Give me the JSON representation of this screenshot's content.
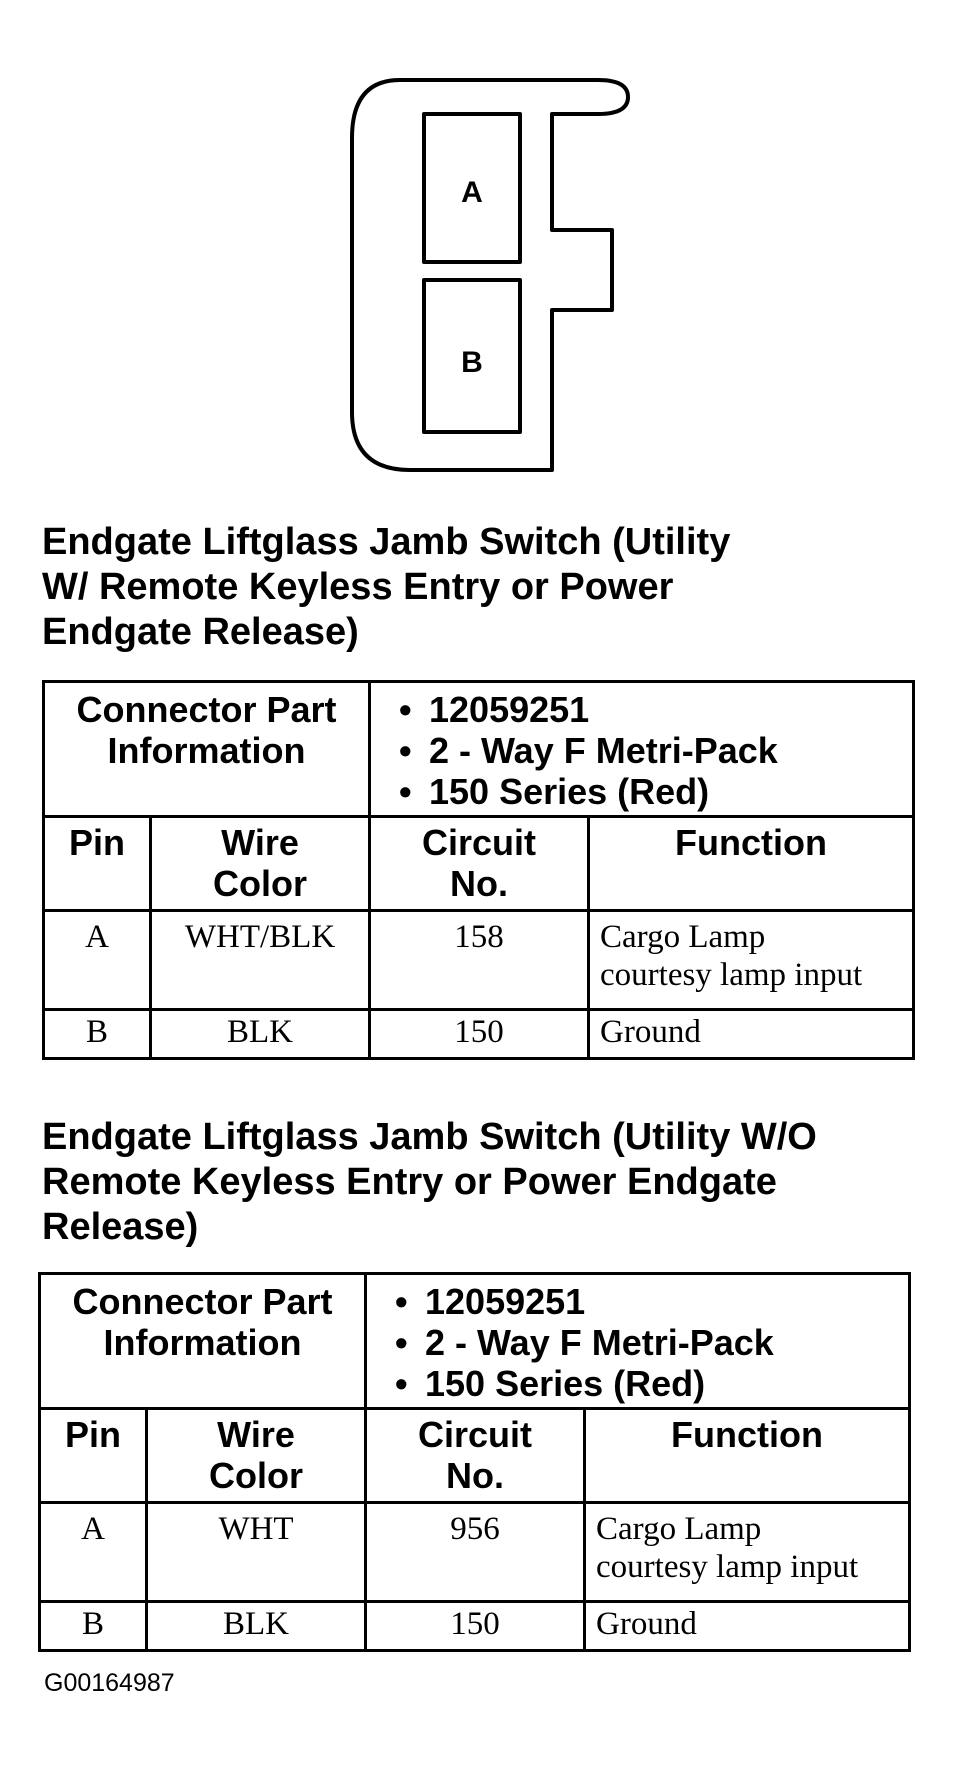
{
  "diagram": {
    "pin_a_label": "A",
    "pin_b_label": "B"
  },
  "sections": [
    {
      "title_lines": [
        "Endgate Liftglass Jamb Switch (Utility",
        "W/ Remote Keyless Entry or Power",
        "Endgate Release)"
      ],
      "connector_part_label_lines": [
        "Connector Part",
        "Information"
      ],
      "connector_part_info": [
        "12059251",
        "2 - Way F Metri-Pack",
        "150 Series (Red)"
      ],
      "columns": [
        [
          "Pin"
        ],
        [
          "Wire",
          "Color"
        ],
        [
          "Circuit",
          "No."
        ],
        [
          "Function"
        ]
      ],
      "rows": [
        {
          "pin": "A",
          "wire_color": "WHT/BLK",
          "circuit": "158",
          "function_lines": [
            "Cargo Lamp",
            "courtesy lamp input"
          ]
        },
        {
          "pin": "B",
          "wire_color": "BLK",
          "circuit": "150",
          "function_lines": [
            "Ground"
          ]
        }
      ]
    },
    {
      "title_lines": [
        "Endgate Liftglass Jamb Switch (Utility W/O",
        "Remote Keyless Entry or Power Endgate",
        "Release)"
      ],
      "connector_part_label_lines": [
        "Connector Part",
        "Information"
      ],
      "connector_part_info": [
        "12059251",
        "2 - Way F Metri-Pack",
        "150 Series (Red)"
      ],
      "columns": [
        [
          "Pin"
        ],
        [
          "Wire",
          "Color"
        ],
        [
          "Circuit",
          "No."
        ],
        [
          "Function"
        ]
      ],
      "rows": [
        {
          "pin": "A",
          "wire_color": "WHT",
          "circuit": "956",
          "function_lines": [
            "Cargo Lamp",
            "courtesy lamp input"
          ]
        },
        {
          "pin": "B",
          "wire_color": "BLK",
          "circuit": "150",
          "function_lines": [
            "Ground"
          ]
        }
      ]
    }
  ],
  "footer_id": "G00164987"
}
